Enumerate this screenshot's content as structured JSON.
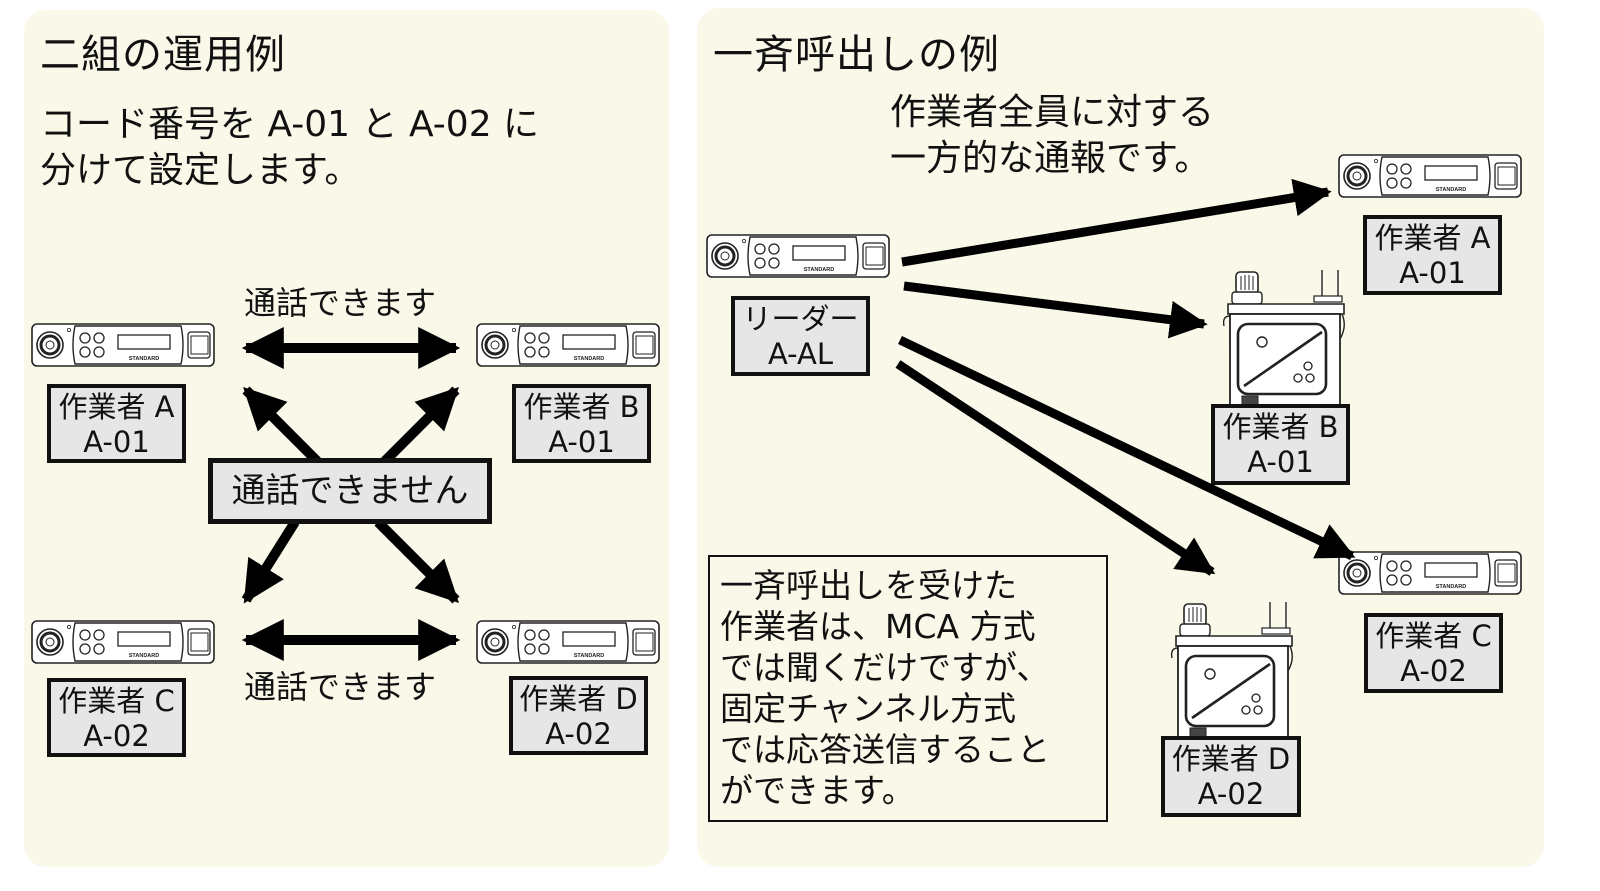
{
  "left_panel": {
    "title": "二組の運用例",
    "description_lines": [
      "コード番号を A-01 と A-02 に",
      "分けて設定します。"
    ],
    "can_talk_top": "通話できます",
    "can_talk_bottom": "通話できます",
    "cannot_talk": "通話できません",
    "workers": [
      {
        "name": "作業者 A",
        "code": "A-01",
        "device": "mobile-radio"
      },
      {
        "name": "作業者 B",
        "code": "A-01",
        "device": "mobile-radio"
      },
      {
        "name": "作業者 C",
        "code": "A-02",
        "device": "mobile-radio"
      },
      {
        "name": "作業者 D",
        "code": "A-02",
        "device": "mobile-radio"
      }
    ]
  },
  "right_panel": {
    "title": "一斉呼出しの例",
    "description_lines": [
      "作業者全員に対する",
      "一方的な通報です。"
    ],
    "leader": {
      "name": "リーダー",
      "code": "A-AL",
      "device": "mobile-radio"
    },
    "workers": [
      {
        "name": "作業者 A",
        "code": "A-01",
        "device": "mobile-radio"
      },
      {
        "name": "作業者 B",
        "code": "A-01",
        "device": "handheld-radio"
      },
      {
        "name": "作業者 C",
        "code": "A-02",
        "device": "mobile-radio"
      },
      {
        "name": "作業者 D",
        "code": "A-02",
        "device": "handheld-radio"
      }
    ],
    "note_lines": [
      "一斉呼出しを受けた",
      "作業者は、MCA 方式",
      "では聞くだけですが、",
      "固定チャンネル方式",
      "では応答送信すること",
      "ができます。"
    ]
  },
  "device_brand": "STANDARD",
  "colors": {
    "panel_bg": "#faf8e8",
    "label_bg": "#e6e6e6",
    "ink": "#111111"
  }
}
